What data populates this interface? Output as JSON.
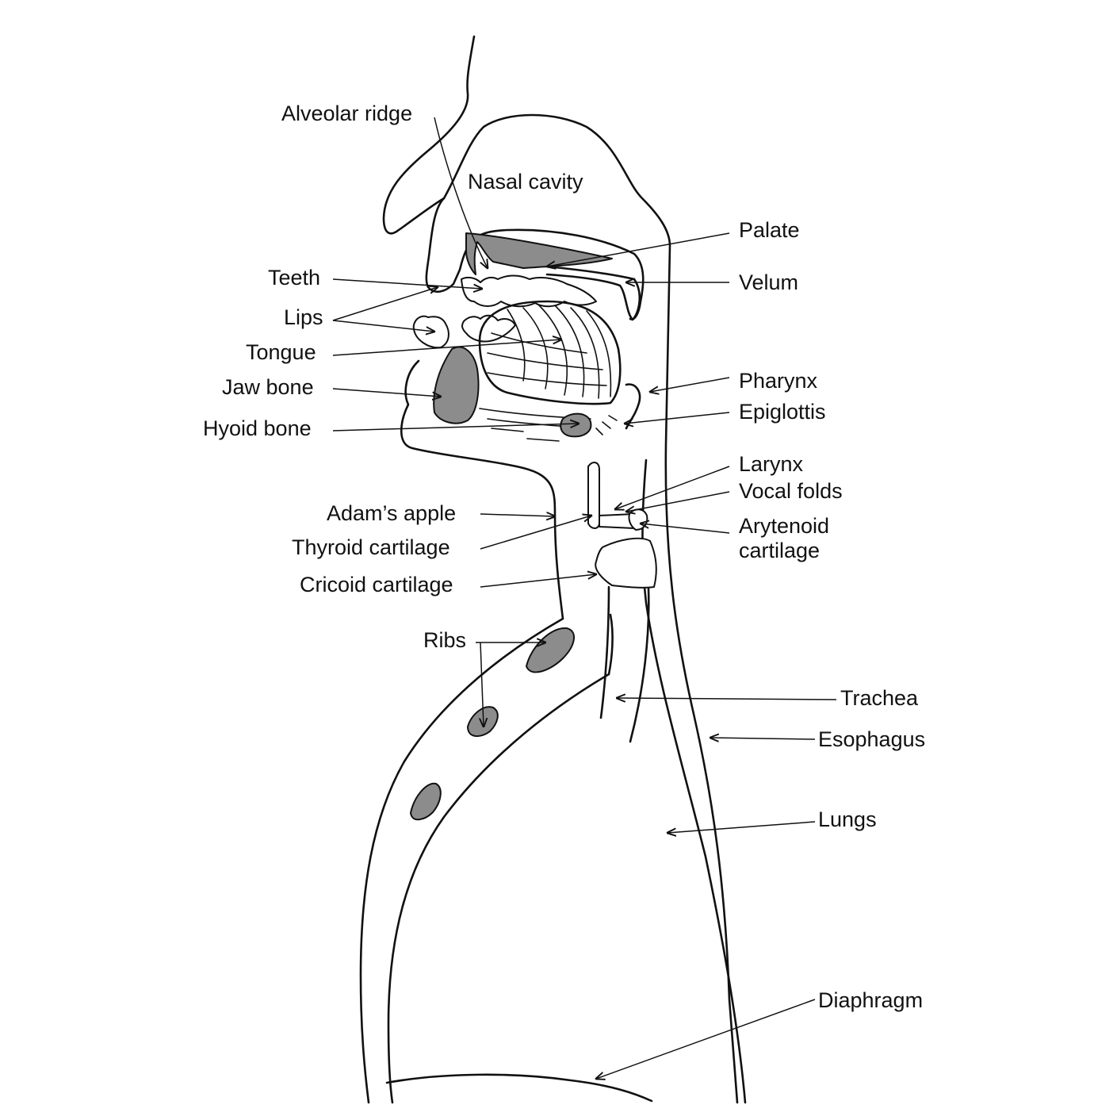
{
  "labels": {
    "alveolar_ridge": "Alveolar ridge",
    "nasal_cavity": "Nasal cavity",
    "palate": "Palate",
    "teeth": "Teeth",
    "velum": "Velum",
    "lips": "Lips",
    "tongue": "Tongue",
    "jaw_bone": "Jaw bone",
    "pharynx": "Pharynx",
    "epiglottis": "Epiglottis",
    "hyoid_bone": "Hyoid bone",
    "larynx": "Larynx",
    "vocal_folds": "Vocal folds",
    "adams_apple": "Adam’s apple",
    "arytenoid_cartilage_line1": "Arytenoid",
    "arytenoid_cartilage_line2": "cartilage",
    "thyroid_cartilage": "Thyroid cartilage",
    "cricoid_cartilage": "Cricoid cartilage",
    "ribs": "Ribs",
    "trachea": "Trachea",
    "esophagus": "Esophagus",
    "lungs": "Lungs",
    "diaphragm": "Diaphragm"
  },
  "colors": {
    "line": "#111111",
    "tissue_fill": "#8c8c8c",
    "background": "#ffffff"
  }
}
